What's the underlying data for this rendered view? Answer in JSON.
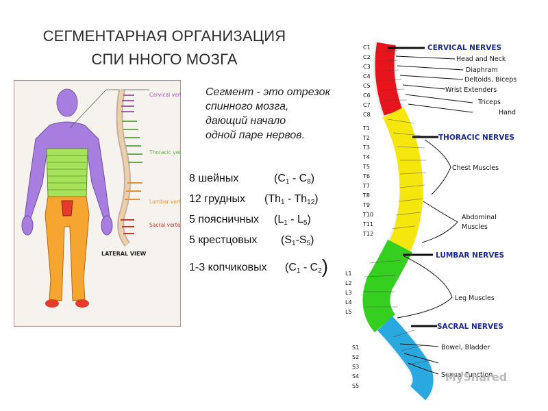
{
  "title": {
    "line1": "СЕГМЕНТАРНАЯ ОРГАНИЗАЦИЯ",
    "line2": "СПИ ННОГО МОЗГА"
  },
  "definition": {
    "line1": "Сегмент - это отрезок",
    "line2": "спинного мозга,",
    "line3": "дающий начало",
    "line4": "одной паре нервов."
  },
  "segment_counts": [
    {
      "name": "8 шейных",
      "range_prefix": "(C",
      "sub1": "1",
      "range_mid": " - C",
      "sub2": "8",
      "range_suffix": ")"
    },
    {
      "name": "12 грудных",
      "range_prefix": "(Th",
      "sub1": "1",
      "range_mid": " - Th",
      "sub2": "12",
      "range_suffix": ")"
    },
    {
      "name": "5 поясничных",
      "range_prefix": "(L",
      "sub1": "1",
      "range_mid": " - L",
      "sub2": "5",
      "range_suffix": ")"
    },
    {
      "name": "5 крестцовых",
      "range_prefix": "(S",
      "sub1": "1",
      "range_mid": "-S",
      "sub2": "5",
      "range_suffix": ")"
    },
    {
      "name": "1-3 копчиковых",
      "range_prefix": "(C",
      "sub1": "1",
      "range_mid": " - C",
      "sub2": "2",
      "range_suffix": ")"
    }
  ],
  "left_figure": {
    "region_labels": {
      "cervical": "Cervical vertebrae",
      "thoracic": "Thoracic vertebrae",
      "lumbar": "Lumbar vertebrae",
      "sacral": "Sacral vertebrae"
    },
    "view_label": "LATERAL VIEW",
    "colors": {
      "cervical": "#9e5fa6",
      "thoracic": "#6aa84f",
      "lumbar": "#e69138",
      "sacral": "#c0392b",
      "body_cervical": "#a77ee0",
      "body_thoracic": "#a6e35a",
      "body_lumbar": "#f7a531",
      "body_sacral": "#e53b2c"
    }
  },
  "right_figure": {
    "headers": {
      "cervical": "CERVICAL NERVES",
      "thoracic": "THORACIC NERVES",
      "lumbar": "LUMBAR NERVES",
      "sacral": "SACRAL NERVES"
    },
    "cervical_targets": [
      "Head and Neck",
      "Diaphram",
      "Deltoids, Biceps",
      "Wrist Extenders",
      "Triceps",
      "Hand"
    ],
    "thoracic_targets": [
      "Chest Muscles",
      "Abdominal",
      "Muscles"
    ],
    "lumbar_targets": [
      "Leg Muscles"
    ],
    "sacral_targets": [
      "Bowel, Bladder",
      "Sexual Function"
    ],
    "vertebra_labels": {
      "cervical": [
        "C1",
        "C2",
        "C3",
        "C4",
        "C5",
        "C6",
        "C7",
        "C8"
      ],
      "thoracic": [
        "T1",
        "T2",
        "T3",
        "T4",
        "T5",
        "T6",
        "T7",
        "T8",
        "T9",
        "T10",
        "T11",
        "T12"
      ],
      "lumbar": [
        "L1",
        "L2",
        "L3",
        "L4",
        "L5"
      ],
      "sacral": [
        "S1",
        "S2",
        "S3",
        "S4",
        "S5"
      ]
    },
    "colors": {
      "cervical": "#e8141c",
      "thoracic": "#f5e60b",
      "lumbar": "#35d01f",
      "sacral": "#2aa9e0",
      "header": "#1b2a8c"
    }
  },
  "watermark": "MyShared"
}
